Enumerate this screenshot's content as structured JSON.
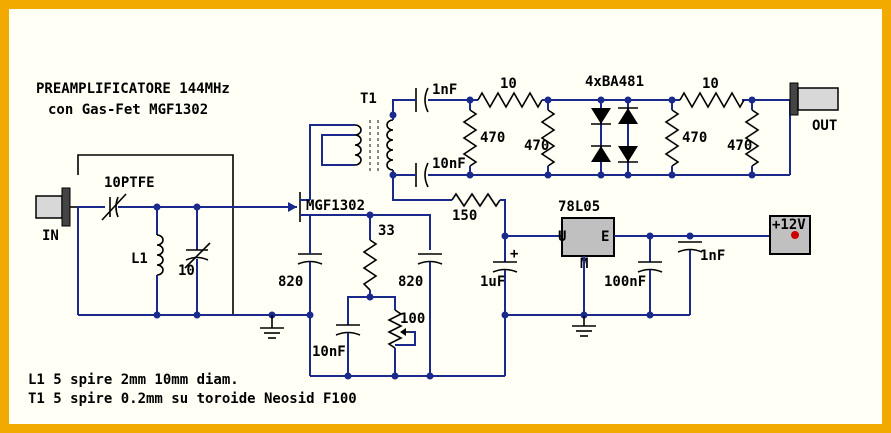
{
  "title_line1": "PREAMPLIFICATORE 144MHz",
  "title_line2": "con Gas-Fet MGF1302",
  "labels": {
    "in": "IN",
    "out": "OUT",
    "t1": "T1",
    "c_trim": "10PTFE",
    "l1": "L1",
    "c_tune": "10",
    "fet": "MGF1302",
    "c_1nf_top": "1nF",
    "c_10nf_mid": "10nF",
    "r_10_a": "10",
    "r_10_b": "10",
    "r_470_a": "470",
    "r_470_b": "470",
    "r_470_c": "470",
    "r_470_d": "470",
    "diodes": "4xBA481",
    "r_150": "150",
    "r_33": "33",
    "c_820_a": "820",
    "c_820_b": "820",
    "c_10nf_bot": "10nF",
    "r_100": "100",
    "c_1uf": "1uF",
    "plus": "+",
    "reg": "78L05",
    "reg_u": "U",
    "reg_e": "E",
    "reg_m": "M",
    "c_100nf": "100nF",
    "c_1nf_right": "1nF",
    "supply": "+12V"
  },
  "notes": {
    "l1_note": "L1 5 spire 2mm 10mm diam.",
    "t1_note": "T1 5 spire 0.2mm su toroide Neosid F100"
  }
}
